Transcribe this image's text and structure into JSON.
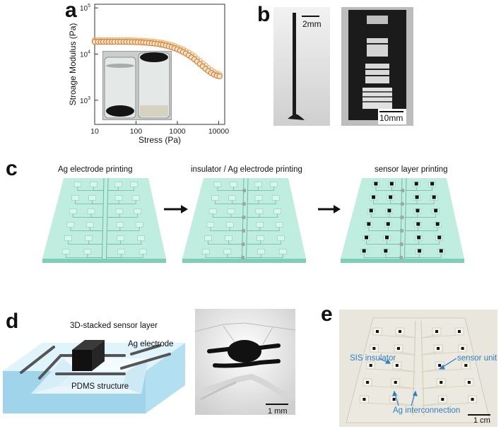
{
  "panels": {
    "a": {
      "letter": "a",
      "chart_data": {
        "type": "scatter",
        "xlabel": "Stress (Pa)",
        "ylabel": "Stroage Modulus (Pa)",
        "xscale": "log",
        "yscale": "log",
        "xlim": [
          10,
          14000
        ],
        "ylim": [
          300,
          120000
        ],
        "x_ticks": [
          "10",
          "100",
          "1000",
          "10000"
        ],
        "y_ticks": [
          "10^3",
          "10^4",
          "10^5"
        ],
        "series": [
          {
            "color": "#f2b26f",
            "x": [
              10,
              12,
              14,
              16,
              19,
              22,
              26,
              30,
              36,
              42,
              50,
              58,
              68,
              80,
              94,
              110,
              130,
              150,
              175,
              205,
              240,
              280,
              330,
              390,
              450,
              530,
              620,
              730,
              850,
              1000,
              1170,
              1370,
              1600,
              1880,
              2200,
              2580,
              3000,
              3500,
              4100,
              4800,
              5600,
              6600,
              7700,
              9000,
              10500
            ],
            "y": [
              20000,
              20000,
              20000,
              20000,
              20000,
              20000,
              20000,
              20000,
              20000,
              20000,
              20000,
              19900,
              19900,
              19800,
              19700,
              19600,
              19500,
              19300,
              19100,
              18900,
              18700,
              18400,
              18100,
              17700,
              17300,
              16800,
              16200,
              15600,
              14900,
              14100,
              13300,
              12500,
              11600,
              10700,
              9800,
              8900,
              8000,
              7100,
              6300,
              5600,
              5000,
              4500,
              4100,
              3800,
              3600
            ]
          },
          {
            "color": "#d9782e",
            "x": [
              10,
              12,
              14,
              16,
              19,
              22,
              26,
              30,
              36,
              42,
              50,
              58,
              68,
              80,
              94,
              110,
              130,
              150,
              175,
              205,
              240,
              280,
              330,
              390,
              450,
              530,
              620,
              730,
              850,
              1000,
              1170,
              1370,
              1600,
              1880,
              2200,
              2580,
              3000,
              3500,
              4100,
              4800,
              5600,
              6600,
              7700,
              9000,
              10500
            ],
            "y": [
              18500,
              18500,
              18500,
              18500,
              18500,
              18500,
              18500,
              18500,
              18500,
              18500,
              18400,
              18400,
              18300,
              18300,
              18200,
              18100,
              18000,
              17800,
              17600,
              17400,
              17200,
              16900,
              16600,
              16200,
              15800,
              15300,
              14700,
              14100,
              13400,
              12700,
              11900,
              11100,
              10300,
              9400,
              8500,
              7700,
              6900,
              6100,
              5400,
              4800,
              4300,
              3900,
              3600,
              3400,
              3300
            ]
          }
        ]
      }
    },
    "b": {
      "letter": "b",
      "scale_left": "2mm",
      "scale_right": "10mm"
    },
    "c": {
      "letter": "c",
      "step1": "Ag electrode printing",
      "step2": "insulator / Ag electrode printing",
      "step3": "sensor layer printing"
    },
    "d": {
      "letter": "d",
      "label_sensor": "3D-stacked sensor layer",
      "label_electrode": "Ag electrode",
      "label_pdms": "PDMS structure",
      "scale": "1 mm"
    },
    "e": {
      "letter": "e",
      "label_insulator": "SIS insulator",
      "label_sensor_unit": "sensor unit",
      "label_interconnection": "Ag interconnection",
      "scale": "1 cm"
    }
  },
  "colors": {
    "board": "#bfeee0",
    "board_side": "#7fcfb8",
    "annotation_blue": "#2f7fc0",
    "pdms_blue": "#bfe3f2"
  }
}
